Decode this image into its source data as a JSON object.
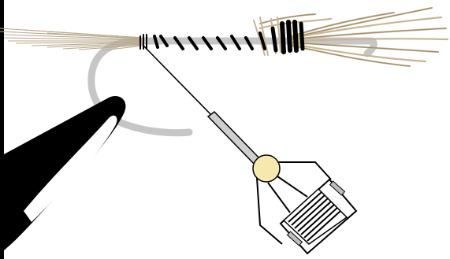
{
  "diagram": {
    "colors": {
      "background": "#ffffff",
      "hook": "#c6c6c6",
      "thread": "#000000",
      "tail_fibers": "#b9a98e",
      "wing_fibers": "#c9b593",
      "wing_fiber_dark": "#9a8767",
      "bobbin_knob": "#f7e8b0",
      "bobbin_tube": "#cfcfcf",
      "vise_jaw": "#000000"
    },
    "parts": [
      {
        "name": "vise-bar",
        "icon": "vertical-bar-icon"
      },
      {
        "name": "vise-jaw",
        "icon": "jaw-icon"
      },
      {
        "name": "hook",
        "icon": "hook-icon"
      },
      {
        "name": "tail",
        "icon": "fiber-tuft-icon"
      },
      {
        "name": "thread-wraps",
        "icon": "thread-wrap-icon"
      },
      {
        "name": "wing",
        "icon": "fiber-bundle-icon"
      },
      {
        "name": "bobbin",
        "icon": "bobbin-icon"
      }
    ]
  }
}
